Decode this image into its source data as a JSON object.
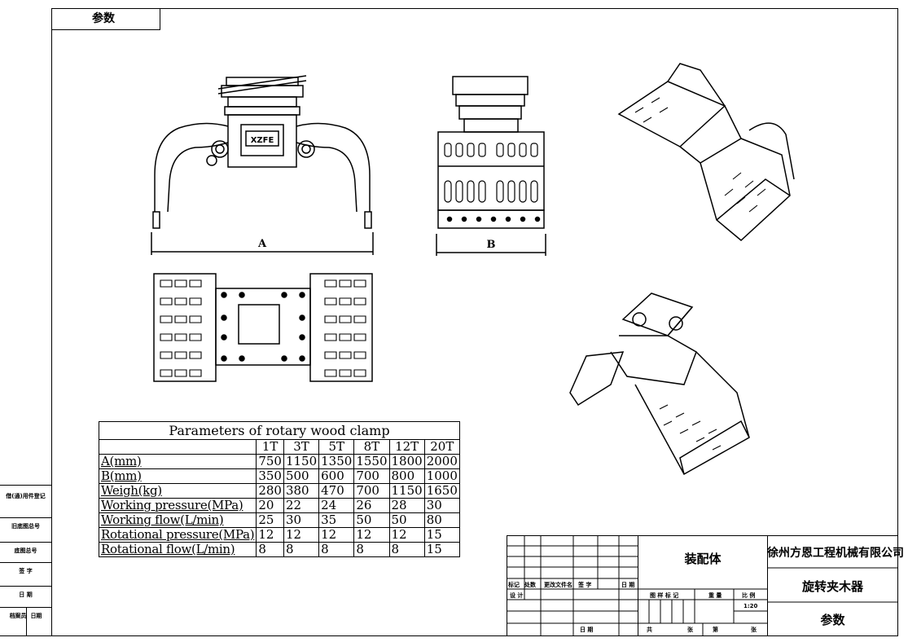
{
  "drawing_mark": "参数",
  "dimension_labels": {
    "a": "A",
    "b": "B"
  },
  "logo_text": "XZFE",
  "param_table": {
    "title": "Parameters of rotary wood clamp",
    "headers": [
      "1T",
      "3T",
      "5T",
      "8T",
      "12T",
      "20T"
    ],
    "rows": [
      {
        "label": "A(mm)",
        "values": [
          "750",
          "1150",
          "1350",
          "1550",
          "1800",
          "2000"
        ]
      },
      {
        "label": "B(mm)",
        "values": [
          "350",
          "500",
          "600",
          "700",
          "800",
          "1000"
        ]
      },
      {
        "label": "Weigh(kg)",
        "values": [
          "280",
          "380",
          "470",
          "700",
          "1150",
          "1650"
        ]
      },
      {
        "label": "Working pressure(MPa)",
        "values": [
          "20",
          "22",
          "24",
          "26",
          "28",
          "30"
        ]
      },
      {
        "label": "Working flow(L/min)",
        "values": [
          "25",
          "30",
          "35",
          "50",
          "50",
          "80"
        ]
      },
      {
        "label": "Rotational pressure(MPa)",
        "values": [
          "12",
          "12",
          "12",
          "12",
          "12",
          "15"
        ]
      },
      {
        "label": "Rotational flow(L/min)",
        "values": [
          "8",
          "8",
          "8",
          "8",
          "8",
          "15"
        ]
      }
    ]
  },
  "left_strip": {
    "row1": "借(通)用件登记",
    "row2": "旧底图总号",
    "row3": "底图总号",
    "row4": "签 字",
    "row5": "日 期",
    "row6a": "档案员",
    "row6b": "日期"
  },
  "title_block": {
    "assembly": "装配体",
    "company": "徐州方恩工程机械有限公司",
    "product": "旋转夹木器",
    "drawing_name": "参数",
    "col_labels": [
      "标记",
      "处数",
      "更改文件名",
      "签 字",
      "日 期"
    ],
    "design": "设 计",
    "stage_label": "图 样 标 记",
    "weight_label": "重 量",
    "scale_label": "比 例",
    "scale": "1:20",
    "date_label": "日 期",
    "total_label": "共",
    "sheet_label": "张",
    "no_label": "第",
    "sheet_label2": "张"
  }
}
